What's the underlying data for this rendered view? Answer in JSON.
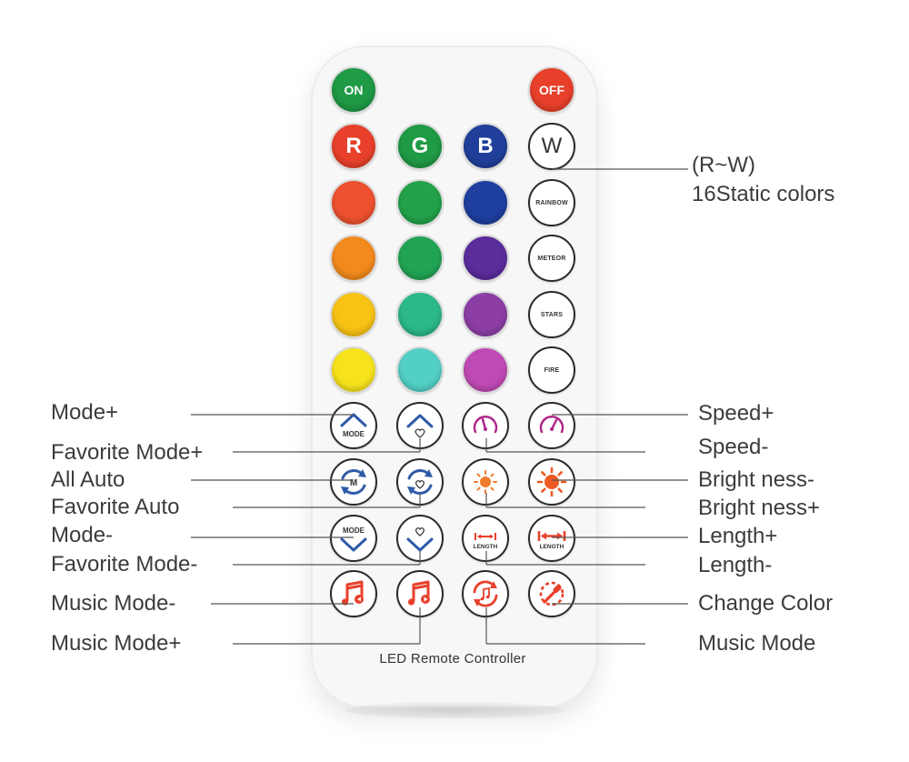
{
  "remote": {
    "footer": "LED Remote Controller",
    "power": {
      "on": "ON",
      "off": "OFF"
    },
    "rgbw": [
      "R",
      "G",
      "B",
      "W"
    ],
    "effects": [
      "RAINBOW",
      "METEOR",
      "STARS",
      "FIRE"
    ],
    "icon_texts": {
      "mode": "MODE",
      "m": "M",
      "length": "LENGTH"
    },
    "colors": {
      "on": "#1f9a45",
      "off": "#e8402b",
      "r": "#e8402b",
      "g": "#1f9a45",
      "b": "#1f3f9a",
      "grid": [
        [
          "#ee5130",
          "#23a24a",
          "#1e3fa0"
        ],
        [
          "#f38a1d",
          "#22a455",
          "#5a2c9c"
        ],
        [
          "#f8c315",
          "#2bb88a",
          "#8c3ea6"
        ],
        [
          "#f7e31b",
          "#53d0c6",
          "#c04ab5"
        ]
      ],
      "icon_blue": "#2e5aa8",
      "icon_magenta": "#b0278a",
      "icon_orange": "#ef5a24",
      "icon_red": "#e8402b"
    }
  },
  "labels": {
    "rw": "(R~W)",
    "static_colors": "16Static colors",
    "mode_plus": "Mode+",
    "favorite_mode_plus": "Favorite Mode+",
    "all_auto": "All Auto",
    "favorite_auto": "Favorite Auto",
    "mode_minus": "Mode-",
    "favorite_mode_minus": "Favorite Mode-",
    "music_mode_minus": "Music Mode-",
    "music_mode_plus": "Music Mode+",
    "speed_plus": "Speed+",
    "speed_minus": "Speed-",
    "brightness_minus": "Bright ness-",
    "brightness_plus": "Bright ness+",
    "length_plus": "Length+",
    "length_minus": "Length-",
    "change_color": "Change Color",
    "music_mode": "Music Mode"
  }
}
